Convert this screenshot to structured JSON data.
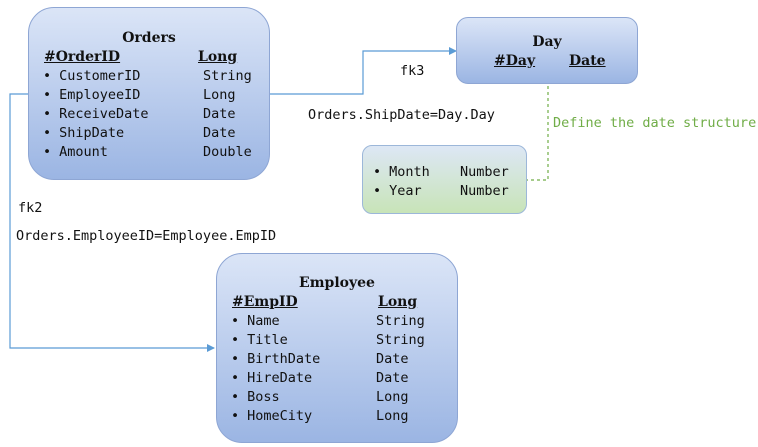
{
  "orders": {
    "title": "Orders",
    "key": {
      "name": "#OrderID",
      "type": "Long"
    },
    "fields": [
      {
        "name": "CustomerID",
        "type": "String"
      },
      {
        "name": "EmployeeID",
        "type": "Long"
      },
      {
        "name": "ReceiveDate",
        "type": "Date"
      },
      {
        "name": "ShipDate",
        "type": "Date"
      },
      {
        "name": "Amount",
        "type": "Double"
      }
    ]
  },
  "day": {
    "title": "Day",
    "key": {
      "name": "#Day",
      "type": "Date"
    }
  },
  "date_structure": {
    "fields": [
      {
        "name": "Month",
        "type": "Number"
      },
      {
        "name": "Year",
        "type": "Number"
      }
    ]
  },
  "employee": {
    "title": "Employee",
    "key": {
      "name": "#EmpID",
      "type": "Long"
    },
    "fields": [
      {
        "name": "Name",
        "type": "String"
      },
      {
        "name": "Title",
        "type": "String"
      },
      {
        "name": "BirthDate",
        "type": "Date"
      },
      {
        "name": "HireDate",
        "type": "Date"
      },
      {
        "name": "Boss",
        "type": "Long"
      },
      {
        "name": "HomeCity",
        "type": "Long"
      }
    ]
  },
  "relations": {
    "fk3_label": "fk3",
    "fk3_join": "Orders.ShipDate=Day.Day",
    "fk2_label": "fk2",
    "fk2_join": "Orders.EmployeeID=Employee.EmpID",
    "date_note": "Define the date structure"
  },
  "colors": {
    "entity_border": "#8ea6d4",
    "connector": "#5b9bd5",
    "note": "#70ad47"
  },
  "bullet": "•"
}
